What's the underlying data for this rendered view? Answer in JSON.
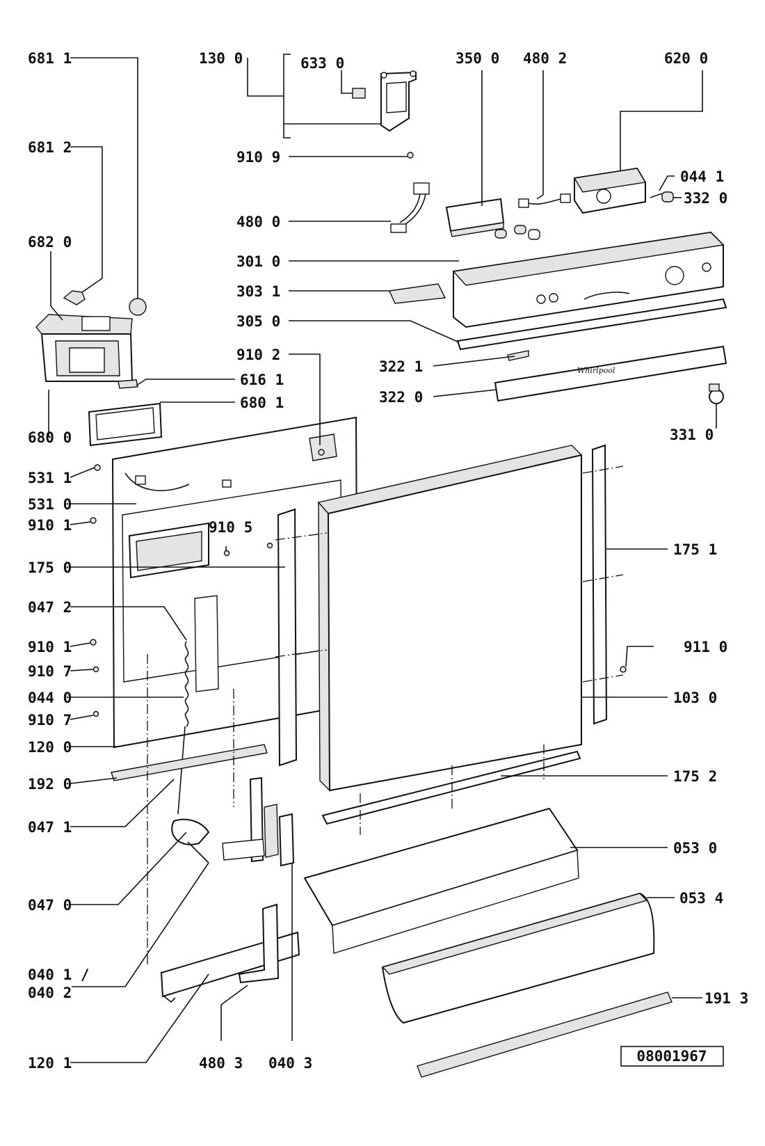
{
  "diagram": {
    "reference_number": "08001967",
    "brand_text": "Whirlpool",
    "callouts": [
      {
        "id": "c-681-1",
        "text": "681 1"
      },
      {
        "id": "c-130-0",
        "text": "130 0"
      },
      {
        "id": "c-633-0",
        "text": "633 0"
      },
      {
        "id": "c-350-0",
        "text": "350 0"
      },
      {
        "id": "c-480-2",
        "text": "480 2"
      },
      {
        "id": "c-620-0",
        "text": "620 0"
      },
      {
        "id": "c-681-2",
        "text": "681 2"
      },
      {
        "id": "c-910-9",
        "text": "910 9"
      },
      {
        "id": "c-044-1",
        "text": "044 1"
      },
      {
        "id": "c-332-0",
        "text": "332 0"
      },
      {
        "id": "c-480-0",
        "text": "480 0"
      },
      {
        "id": "c-682-0",
        "text": "682 0"
      },
      {
        "id": "c-301-0",
        "text": "301 0"
      },
      {
        "id": "c-303-1",
        "text": "303 1"
      },
      {
        "id": "c-305-0",
        "text": "305 0"
      },
      {
        "id": "c-910-2",
        "text": "910 2"
      },
      {
        "id": "c-322-1",
        "text": "322 1"
      },
      {
        "id": "c-616-1",
        "text": "616 1"
      },
      {
        "id": "c-322-0",
        "text": "322 0"
      },
      {
        "id": "c-680-1",
        "text": "680 1"
      },
      {
        "id": "c-331-0",
        "text": "331 0"
      },
      {
        "id": "c-680-0",
        "text": "680 0"
      },
      {
        "id": "c-531-1",
        "text": "531 1"
      },
      {
        "id": "c-531-0",
        "text": "531 0"
      },
      {
        "id": "c-910-1a",
        "text": "910 1"
      },
      {
        "id": "c-910-5",
        "text": "910 5"
      },
      {
        "id": "c-175-1",
        "text": "175 1"
      },
      {
        "id": "c-175-0",
        "text": "175 0"
      },
      {
        "id": "c-047-2",
        "text": "047 2"
      },
      {
        "id": "c-910-1b",
        "text": "910 1"
      },
      {
        "id": "c-911-0",
        "text": "911 0"
      },
      {
        "id": "c-910-7a",
        "text": "910 7"
      },
      {
        "id": "c-044-0",
        "text": "044 0"
      },
      {
        "id": "c-103-0",
        "text": "103 0"
      },
      {
        "id": "c-910-7b",
        "text": "910 7"
      },
      {
        "id": "c-120-0",
        "text": "120 0"
      },
      {
        "id": "c-175-2",
        "text": "175 2"
      },
      {
        "id": "c-192-0",
        "text": "192 0"
      },
      {
        "id": "c-047-1",
        "text": "047 1"
      },
      {
        "id": "c-053-0",
        "text": "053 0"
      },
      {
        "id": "c-047-0",
        "text": "047 0"
      },
      {
        "id": "c-053-4",
        "text": "053 4"
      },
      {
        "id": "c-040-1",
        "text": "040 1 /"
      },
      {
        "id": "c-040-2",
        "text": "040 2"
      },
      {
        "id": "c-191-3",
        "text": "191 3"
      },
      {
        "id": "c-120-1",
        "text": "120 1"
      },
      {
        "id": "c-480-3",
        "text": "480 3"
      },
      {
        "id": "c-040-3",
        "text": "040 3"
      }
    ]
  }
}
